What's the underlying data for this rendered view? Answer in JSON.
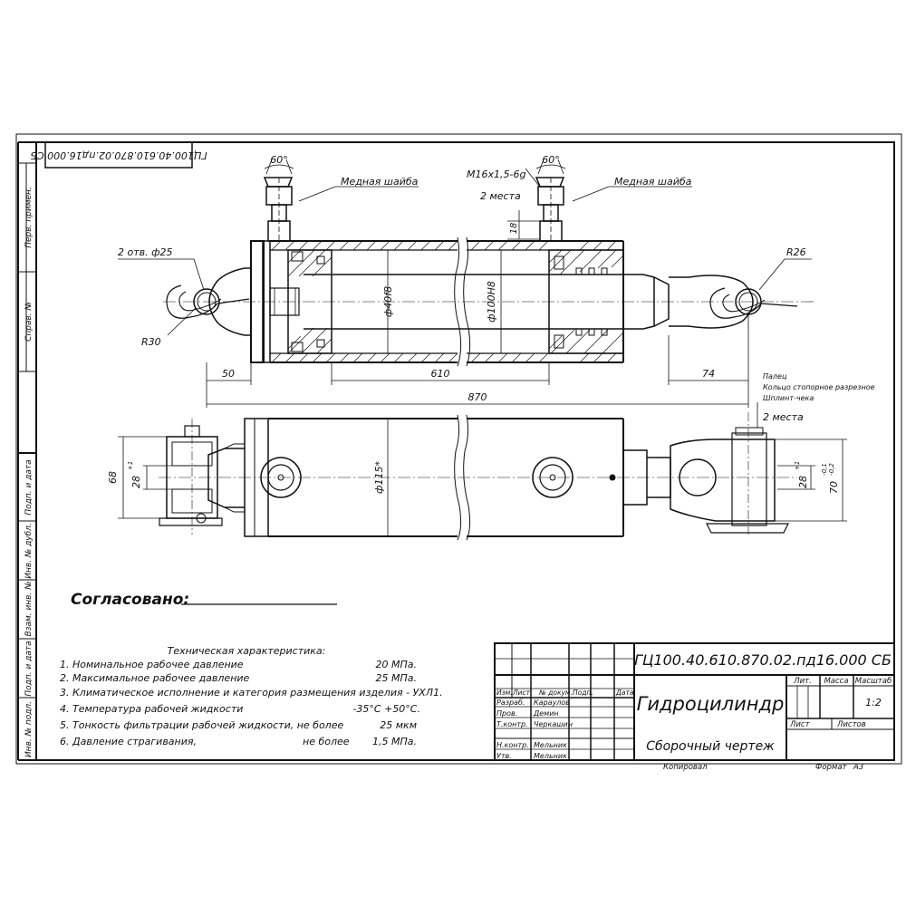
{
  "document": {
    "designation": "ГЦ100.40.610.870.02.пд16.000 СБ",
    "designation_rotated": "ГЦ100.40.610.870.02.пд16.000 СБ",
    "approval_label": "Согласовано:"
  },
  "side_stamp": [
    "Перв. примен.",
    "Справ. №",
    "Подп. и дата",
    "Инв. № дубл.",
    "Взам. инв. №",
    "Подп. и дата",
    "Инв. № подл."
  ],
  "annotations": {
    "angle_left": "60°",
    "angle_right": "60°",
    "washer_left": "Медная шайба",
    "washer_right": "Медная шайба",
    "thread": "M16x1,5-6g",
    "thread_count": "2 места",
    "dim_18": "18",
    "holes": "2 отв. ф25",
    "r30": "R30",
    "r26": "R26",
    "d40": "ф40f8",
    "d100": "ф100H8",
    "dim_50": "50",
    "dim_610": "610",
    "dim_74": "74",
    "dim_870": "870",
    "parts_note": [
      "Палец",
      "Кольцо стопорное разрезное",
      "Шплинт-чека"
    ],
    "parts_count": "2 места",
    "dim_68": "68",
    "dim_28_left": "28",
    "dim_28_left_tol": "+1",
    "dim_115": "ф115*",
    "dim_28_right": "28",
    "dim_28_right_tol": "+1",
    "dim_70": "70",
    "dim_70_tol_up": "-0,1",
    "dim_70_tol_low": "-0,2"
  },
  "specs": {
    "title": "Техническая характеристика:",
    "items": [
      {
        "label": "1. Номинальное рабочее давление",
        "value": "20 МПа."
      },
      {
        "label": "2. Максимальное рабочее давление",
        "value": "25 МПа."
      },
      {
        "label": "3. Климатическое исполнение и категория размещения изделия - УХЛ1.",
        "value": ""
      },
      {
        "label": "4. Температура рабочей жидкости",
        "value": "-35°С +50°С."
      },
      {
        "label": "5. Тонкость фильтрации рабочей жидкости, не более",
        "value": "25 мкм"
      },
      {
        "label": "6. Давление страгивания,",
        "mid": "не более",
        "value": "1,5 МПа."
      }
    ]
  },
  "title_block": {
    "product": "Гидроцилиндр",
    "doc_type": "Сборочный чертеж",
    "header_cols": [
      "Изм.",
      "Лист",
      "№ докум.",
      "Подп.",
      "Дата"
    ],
    "roles": [
      {
        "role": "Разраб.",
        "name": "Караулов"
      },
      {
        "role": "Пров.",
        "name": "Демин"
      },
      {
        "role": "Т.контр.",
        "name": "Черкашин"
      },
      {
        "role": "Н.контр.",
        "name": "Мельник"
      },
      {
        "role": "Утв.",
        "name": "Мельник"
      }
    ],
    "lit_label": "Лит.",
    "mass_label": "Масса",
    "scale_label": "Масштаб",
    "scale_value": "1:2",
    "sheet_label": "Лист",
    "sheets_label": "Листов",
    "copied_label": "Копировал",
    "format_label": "Формат",
    "format_value": "А3"
  }
}
